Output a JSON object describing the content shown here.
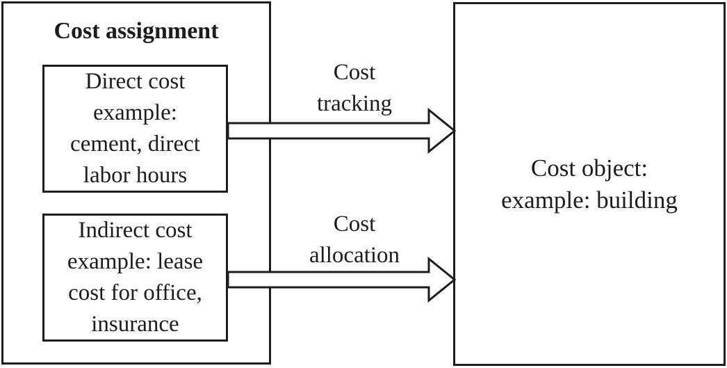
{
  "colors": {
    "ink": "#1c1c1c",
    "background": "#ffffff"
  },
  "cost_assignment": {
    "title": "Cost assignment",
    "direct_cost": {
      "lines": [
        "Direct cost",
        "example:",
        "cement, direct",
        "labor hours"
      ]
    },
    "indirect_cost": {
      "lines": [
        "Indirect cost",
        "example: lease",
        "cost for office,",
        "insurance"
      ]
    }
  },
  "arrows": {
    "tracking": {
      "lines": [
        "Cost",
        "tracking"
      ]
    },
    "allocation": {
      "lines": [
        "Cost",
        "allocation"
      ]
    }
  },
  "cost_object": {
    "lines": [
      "Cost object:",
      "example: building"
    ]
  }
}
